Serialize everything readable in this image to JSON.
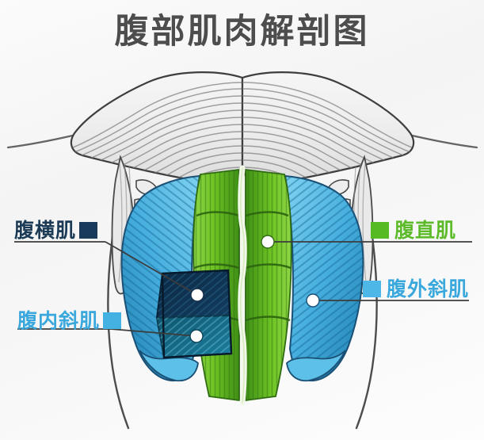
{
  "page": {
    "title": "腹部肌肉解剖图",
    "background_color": "#f7f7f7",
    "title_color": "#4d4d4d"
  },
  "legend": {
    "transverse_abdominis": {
      "label": "腹横肌",
      "color": "#1a3a5c",
      "text_color": "#1b3a55"
    },
    "internal_oblique": {
      "label": "腹内斜肌",
      "color": "#43b2e2",
      "text_color": "#3aa8dc"
    },
    "rectus_abdominis": {
      "label": "腹直肌",
      "color": "#56bb22",
      "text_color": "#5dbb2a"
    },
    "external_oblique": {
      "label": "腹外斜肌",
      "color": "#4db8e8",
      "text_color": "#3aa8dc"
    }
  },
  "figure": {
    "pectoral_color": "#efefef",
    "outline_color": "#3a3a3a",
    "rectus_light": "#7fd03a",
    "rectus_dark": "#3f8f16",
    "oblique_light": "#6fc8ec",
    "oblique_dark": "#1f7fb0",
    "transverse_dark": "#0d2f4d",
    "internal_teal": "#16657f",
    "callout_line_color": "#3c3c3c",
    "dot_color": "#ffffff"
  }
}
